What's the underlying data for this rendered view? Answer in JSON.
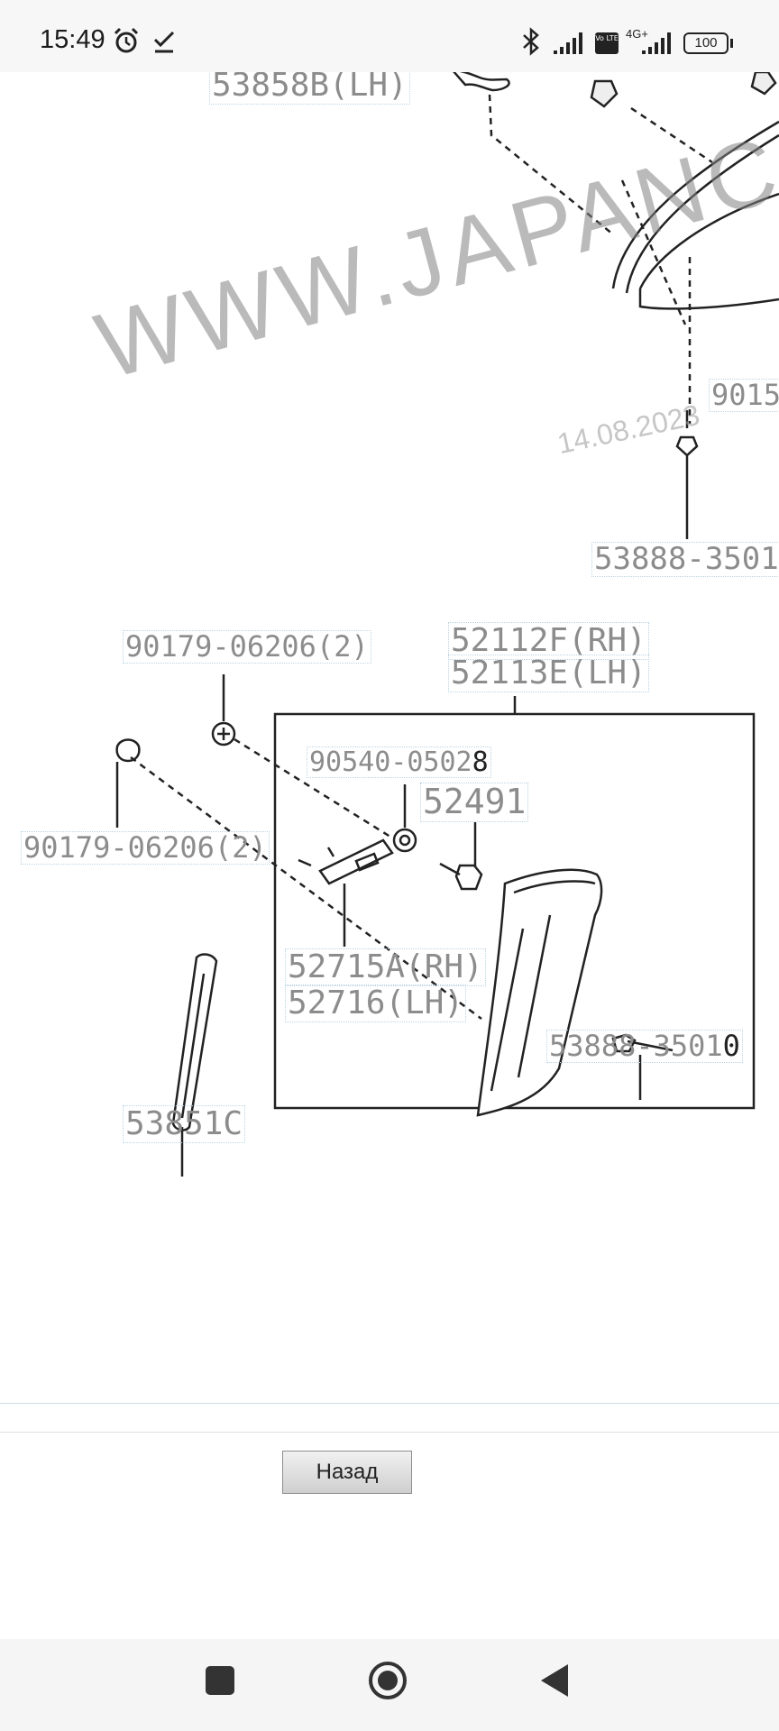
{
  "status_bar": {
    "time": "15:49",
    "battery": "100",
    "network": "4G+",
    "volte": "Vo LTE",
    "icons": [
      "alarm-icon",
      "check-icon",
      "bluetooth-icon",
      "signal-icon",
      "volte-icon",
      "signal-4g-icon",
      "battery-icon"
    ]
  },
  "diagram": {
    "watermark": "WWW.JAPANC",
    "date_watermark": "14.08.2023",
    "labels": {
      "p53858b": "53858B(LH)",
      "p9015": "9015",
      "p53888_top": "53888-3501",
      "p90179_a": "90179-06206(2)",
      "p52112f": "52112F(RH)",
      "p52113e": "52113E(LH)",
      "p90540": "90540-0502",
      "p90540_end": "8",
      "p52491": "52491",
      "p90179_b": "90179-06206(2)",
      "p52715a": "52715A(RH)",
      "p52716": "52716(LH)",
      "p53888_bot": "53888-3501",
      "p53888_bot_end": "0",
      "p53851c": "53851C"
    }
  },
  "back_button": {
    "label": "Назад"
  },
  "nav_bar": {
    "icons": [
      "recents-square-icon",
      "home-circle-icon",
      "back-triangle-icon"
    ]
  },
  "colors": {
    "status_bg": "#f7f7f7",
    "nav_bg": "#f5f5f5",
    "label_gray": "#8c8c8c",
    "line": "#222222"
  }
}
